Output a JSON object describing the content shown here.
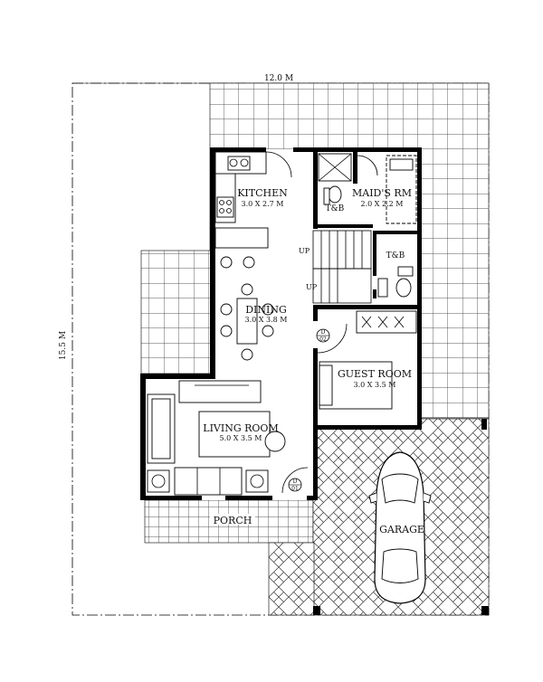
{
  "plan": {
    "overall_width": "12.0 M",
    "overall_depth": "15.5 M"
  },
  "rooms": {
    "kitchen": {
      "name": "KITCHEN",
      "size": "3.0 X 2.7 M"
    },
    "maids": {
      "name": "MAID'S RM",
      "size": "2.0 X 2.2 M"
    },
    "tb1": {
      "name": "T&B"
    },
    "tb2": {
      "name": "T&B"
    },
    "dining": {
      "name": "DINING",
      "size": "3.0 X 3.8 M"
    },
    "guest": {
      "name": "GUEST ROOM",
      "size": "3.0 X 3.5 M"
    },
    "living": {
      "name": "LIVING ROOM",
      "size": "5.0 X 3.5 M"
    },
    "porch": {
      "name": "PORCH"
    },
    "garage": {
      "name": "GARAGE"
    }
  },
  "stairs": {
    "up1": "UP",
    "up2": "UP"
  },
  "doors": {
    "d02": {
      "tag": "D",
      "num": "02"
    },
    "d01": {
      "tag": "D",
      "num": "01"
    }
  }
}
